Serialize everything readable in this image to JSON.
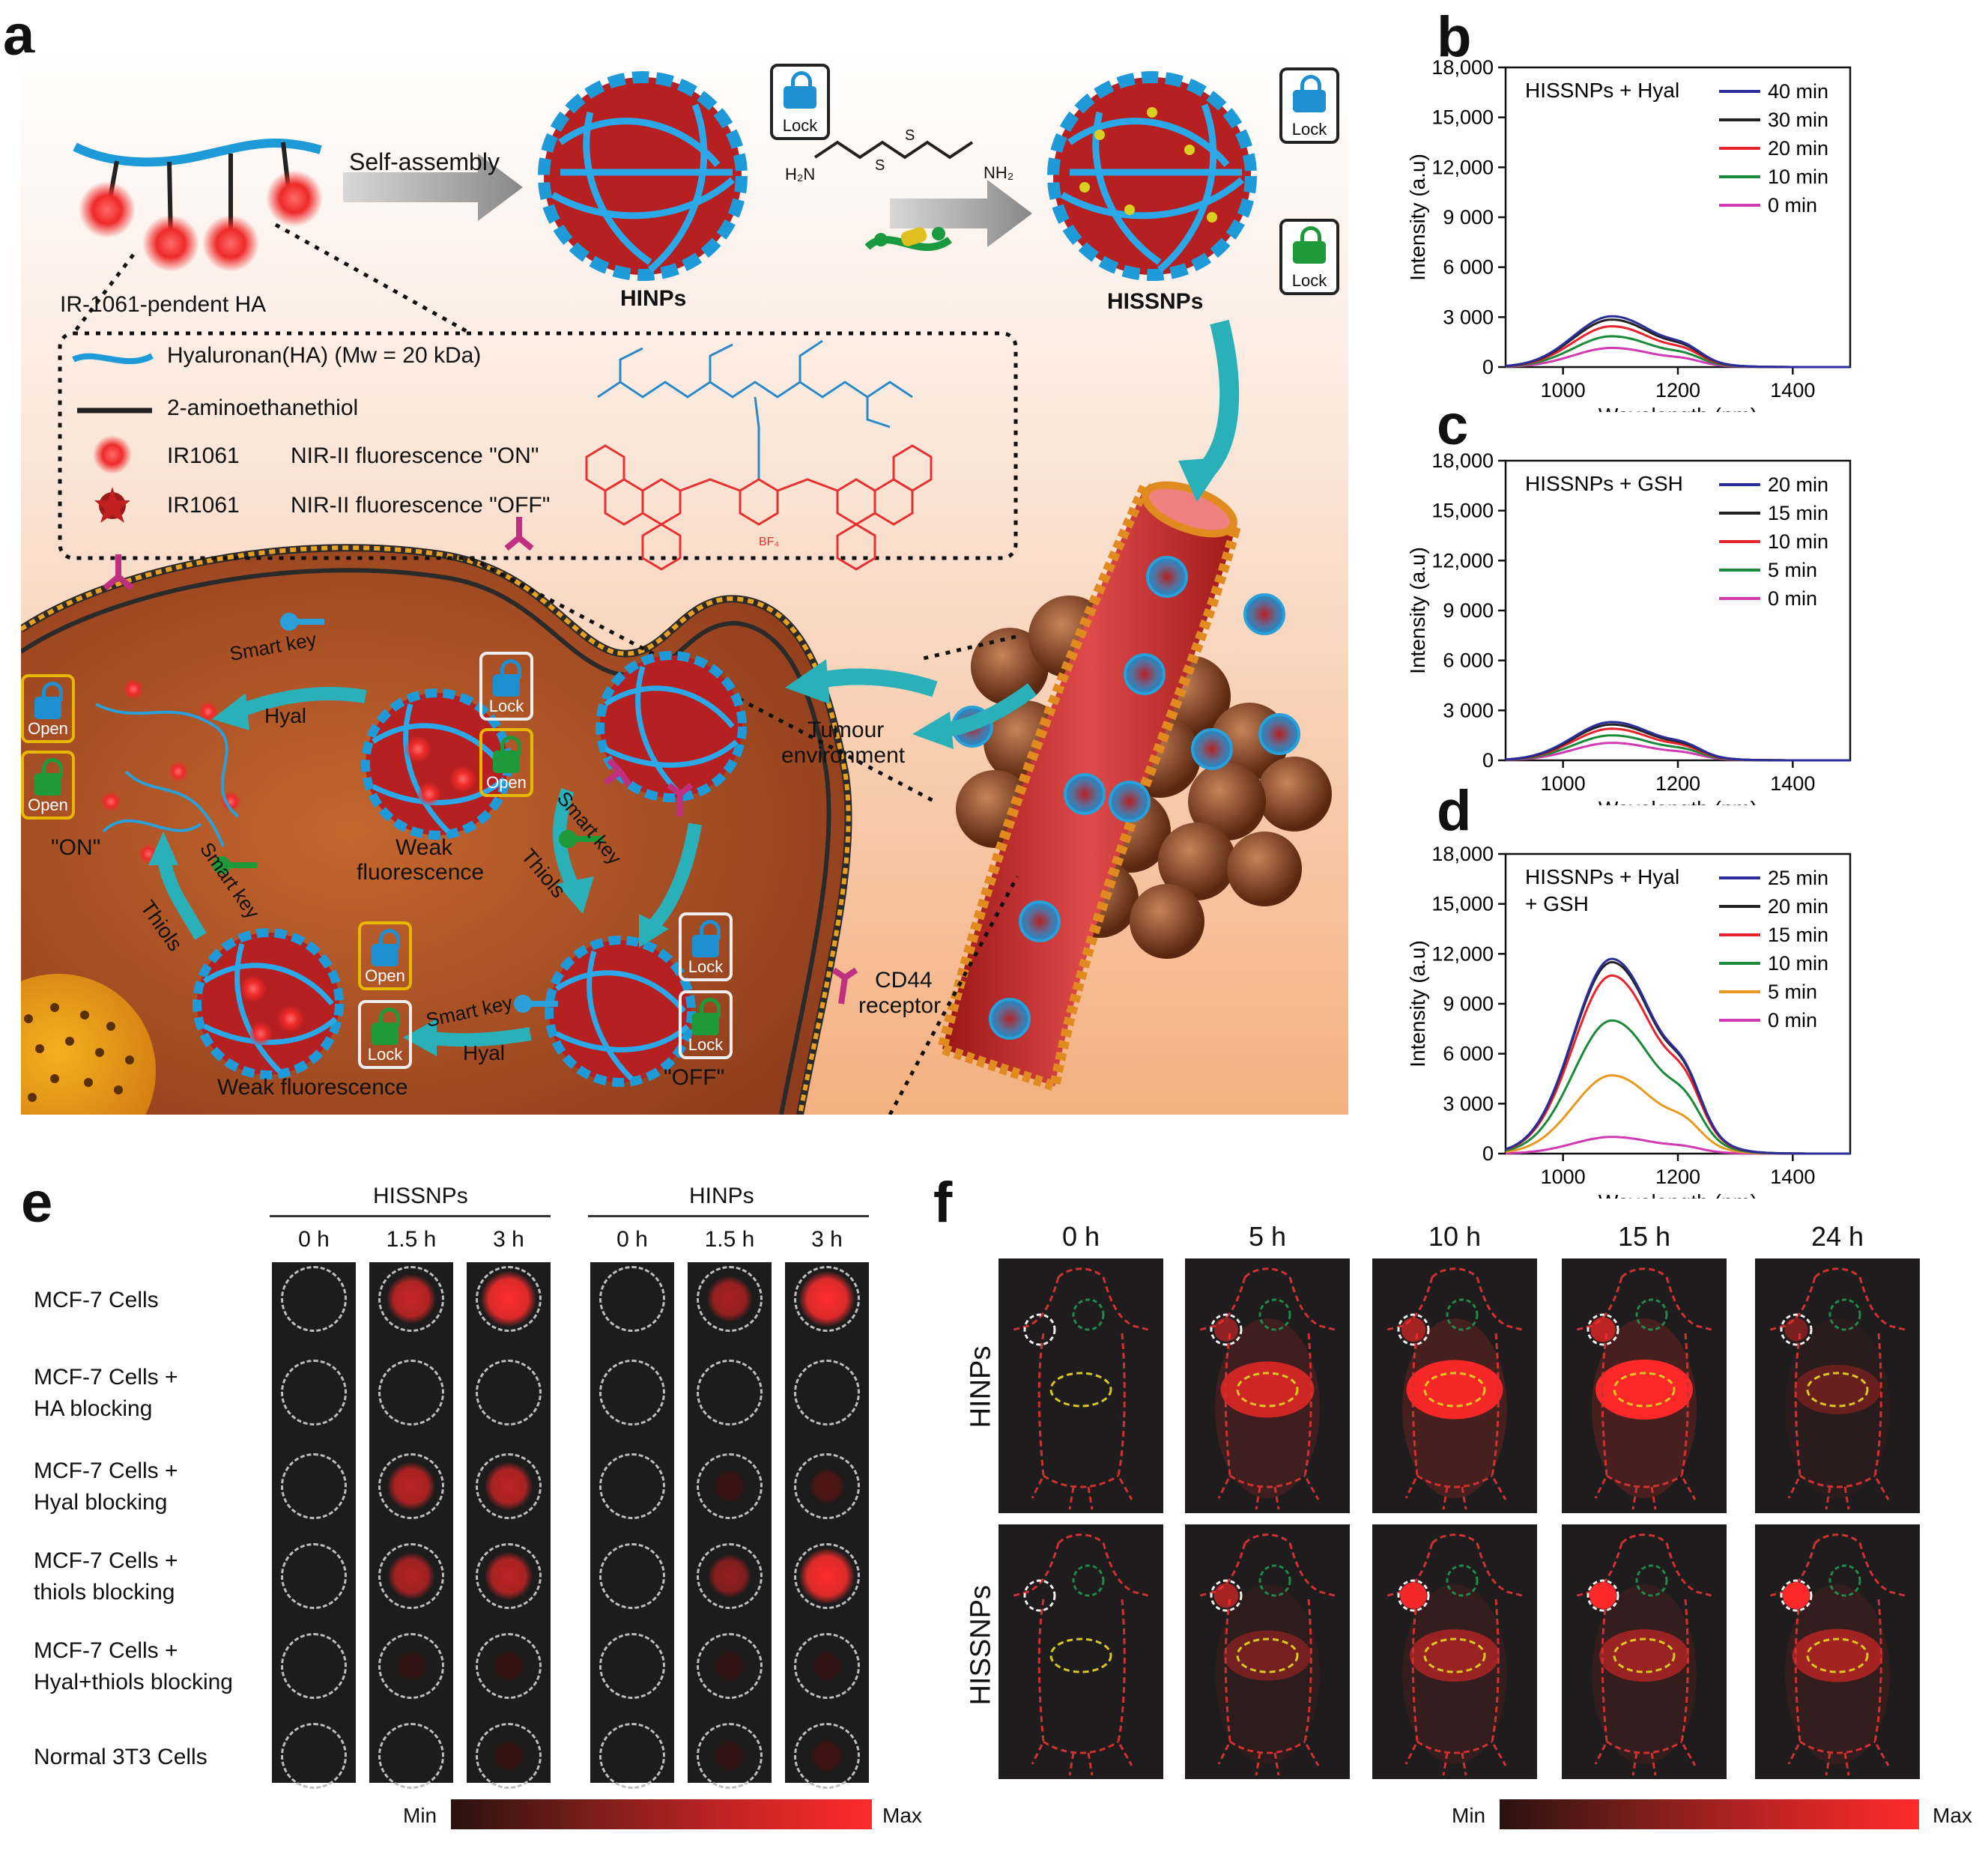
{
  "panels": {
    "a": "a",
    "b": "b",
    "c": "c",
    "d": "d",
    "e": "e",
    "f": "f"
  },
  "scheme": {
    "self_assembly": "Self-assembly",
    "hinps": "HINPs",
    "hissnps": "HISSNPs",
    "ir_pendent": "IR-1061-pendent HA",
    "legend_ha": "Hyaluronan(HA) (Mw = 20 kDa)",
    "legend_thiol": "2-aminoethanethiol",
    "legend_on_name": "IR1061",
    "legend_on": "NIR-II fluorescence \"ON\"",
    "legend_off_name": "IR1061",
    "legend_off": "NIR-II fluorescence \"OFF\"",
    "crosslinker_left": "H₂N",
    "crosslinker_right": "NH₂",
    "crosslinker_s1": "S",
    "crosslinker_s2": "S",
    "lock": "Lock",
    "open": "Open",
    "smart_key": "Smart key",
    "hyal": "Hyal",
    "thiols": "Thiols",
    "weak_fluorescence_1": "Weak",
    "weak_fluorescence_2": "fluorescence",
    "weak_fluorescence_bottom": "Weak fluorescence",
    "on_state": "\"ON\"",
    "off_state": "\"OFF\"",
    "tumour_1": "Tumour",
    "tumour_2": "environment",
    "cd44_1": "CD44",
    "cd44_2": "receptor",
    "bf4": "BF₄"
  },
  "colors": {
    "ha_blue": "#2a9fd8",
    "dye_red": "#e8202a",
    "cell_brown": "#b0562a",
    "lock_blue": "#1e8fd0",
    "lock_green": "#1f9a3a",
    "open_yellow": "#e8b800",
    "colorbar_min": "#2a1210",
    "colorbar_max": "#ff2b2b"
  },
  "chart_data": [
    {
      "id": "b",
      "type": "line",
      "title": "HISSNPs + Hyal",
      "xlabel": "Wavelength (nm)",
      "ylabel": "Intensity (a.u)",
      "xlim": [
        900,
        1500
      ],
      "ylim": [
        0,
        18000
      ],
      "xticks": [
        1000,
        1200,
        1400
      ],
      "ytick_labels": [
        "0",
        "3 000",
        "6 000",
        "9 000",
        "12,000",
        "15,000",
        "18,000"
      ],
      "ytick_values": [
        0,
        3000,
        6000,
        9000,
        12000,
        15000,
        18000
      ],
      "series": [
        {
          "name": "40 min",
          "color": "#2b2e9a",
          "peak": 3050
        },
        {
          "name": "30 min",
          "color": "#222222",
          "peak": 2850
        },
        {
          "name": "20 min",
          "color": "#e8232c",
          "peak": 2450
        },
        {
          "name": "10 min",
          "color": "#1a8a3a",
          "peak": 1850
        },
        {
          "name": "0 min",
          "color": "#d23ab4",
          "peak": 1150
        }
      ]
    },
    {
      "id": "c",
      "type": "line",
      "title": "HISSNPs + GSH",
      "xlabel": "Wavelength (nm)",
      "ylabel": "Intensity (a.u)",
      "xlim": [
        900,
        1500
      ],
      "ylim": [
        0,
        18000
      ],
      "xticks": [
        1000,
        1200,
        1400
      ],
      "ytick_labels": [
        "0",
        "3 000",
        "6 000",
        "9 000",
        "12,000",
        "15,000",
        "18,000"
      ],
      "ytick_values": [
        0,
        3000,
        6000,
        9000,
        12000,
        15000,
        18000
      ],
      "series": [
        {
          "name": "20 min",
          "color": "#2b2e9a",
          "peak": 2300
        },
        {
          "name": "15 min",
          "color": "#222222",
          "peak": 2150
        },
        {
          "name": "10 min",
          "color": "#e8232c",
          "peak": 1900
        },
        {
          "name": "5 min",
          "color": "#1a8a3a",
          "peak": 1500
        },
        {
          "name": "0 min",
          "color": "#d23ab4",
          "peak": 1050
        }
      ]
    },
    {
      "id": "d",
      "type": "line",
      "title": "HISSNPs + Hyal",
      "title2": "+ GSH",
      "xlabel": "Wavelength (nm)",
      "ylabel": "Intensity (a.u)",
      "xlim": [
        900,
        1500
      ],
      "ylim": [
        0,
        18000
      ],
      "xticks": [
        1000,
        1200,
        1400
      ],
      "ytick_labels": [
        "0",
        "3 000",
        "6 000",
        "9 000",
        "12,000",
        "15,000",
        "18,000"
      ],
      "ytick_values": [
        0,
        3000,
        6000,
        9000,
        12000,
        15000,
        18000
      ],
      "series": [
        {
          "name": "25 min",
          "color": "#2b2e9a",
          "peak": 11700
        },
        {
          "name": "20 min",
          "color": "#222222",
          "peak": 11500
        },
        {
          "name": "15 min",
          "color": "#e8232c",
          "peak": 10700
        },
        {
          "name": "10 min",
          "color": "#1a8a3a",
          "peak": 8000
        },
        {
          "name": "5 min",
          "color": "#e89a20",
          "peak": 4700
        },
        {
          "name": "0 min",
          "color": "#d23ab4",
          "peak": 1000
        }
      ]
    }
  ],
  "panel_e": {
    "group1": "HISSNPs",
    "group2": "HINPs",
    "times": [
      "0 h",
      "1.5 h",
      "3 h"
    ],
    "rows": [
      {
        "line1": "MCF-7 Cells",
        "line2": ""
      },
      {
        "line1": "MCF-7 Cells +",
        "line2": "HA blocking"
      },
      {
        "line1": "MCF-7 Cells +",
        "line2": "Hyal blocking"
      },
      {
        "line1": "MCF-7 Cells +",
        "line2": "thiols blocking"
      },
      {
        "line1": "MCF-7 Cells +",
        "line2": "Hyal+thiols blocking"
      },
      {
        "line1": "Normal 3T3 Cells",
        "line2": ""
      }
    ],
    "intensity": [
      [
        0,
        0.75,
        1.0,
        0,
        0.6,
        1.0
      ],
      [
        0,
        0,
        0,
        0,
        0,
        0
      ],
      [
        0,
        0.7,
        0.7,
        0,
        0.1,
        0.2
      ],
      [
        0,
        0.65,
        0.7,
        0,
        0.5,
        1.0
      ],
      [
        0,
        0.05,
        0.08,
        0,
        0.05,
        0.05
      ],
      [
        0,
        0.02,
        0.08,
        0,
        0.05,
        0.12
      ]
    ],
    "colorbar_min": "Min",
    "colorbar_max": "Max"
  },
  "panel_f": {
    "times": [
      "0 h",
      "5 h",
      "10 h",
      "15 h",
      "24 h"
    ],
    "rows": [
      "HINPs",
      "HISSNPs"
    ],
    "tumor_intensity": [
      [
        0,
        0.5,
        0.6,
        0.7,
        0.4
      ],
      [
        0,
        0.6,
        0.95,
        1.0,
        1.0
      ]
    ],
    "liver_intensity": [
      [
        0,
        0.75,
        0.95,
        1.0,
        0.3
      ],
      [
        0,
        0.35,
        0.5,
        0.5,
        0.55
      ]
    ],
    "colorbar_min": "Min",
    "colorbar_max": "Max"
  }
}
